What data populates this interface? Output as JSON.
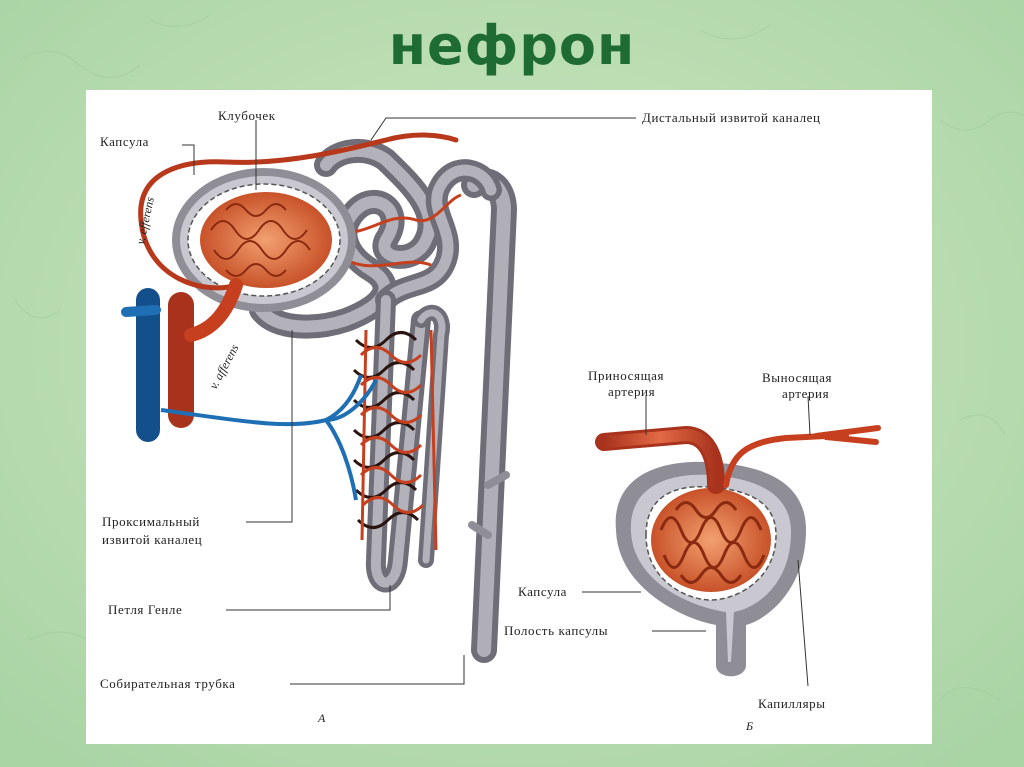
{
  "slide": {
    "title": "нефрон"
  },
  "diagram_a": {
    "letter": "А",
    "labels": {
      "klubochek": "Клубочек",
      "kapsula": "Капсула",
      "distal": "Дистальный извитой каналец",
      "v_efferens": "v. efferens",
      "v_afferens": "v. afferens",
      "proximal_line1": "Проксимальный",
      "proximal_line2": "извитой каналец",
      "henle": "Петля Генле",
      "collecting": "Собирательная трубка"
    }
  },
  "diagram_b": {
    "letter": "Б",
    "labels": {
      "afferent_line1": "Приносящая",
      "afferent_line2": "артерия",
      "efferent_line1": "Выносящая",
      "efferent_line2": "артерия",
      "capsule": "Капсула",
      "cavity": "Полость капсулы",
      "capillaries": "Капилляры"
    }
  },
  "colors": {
    "tubule": "#8f8e97",
    "artery": "#d0482a",
    "vein": "#1f6fb5",
    "title": "#1f6b34",
    "background": "#bfe0b4"
  }
}
